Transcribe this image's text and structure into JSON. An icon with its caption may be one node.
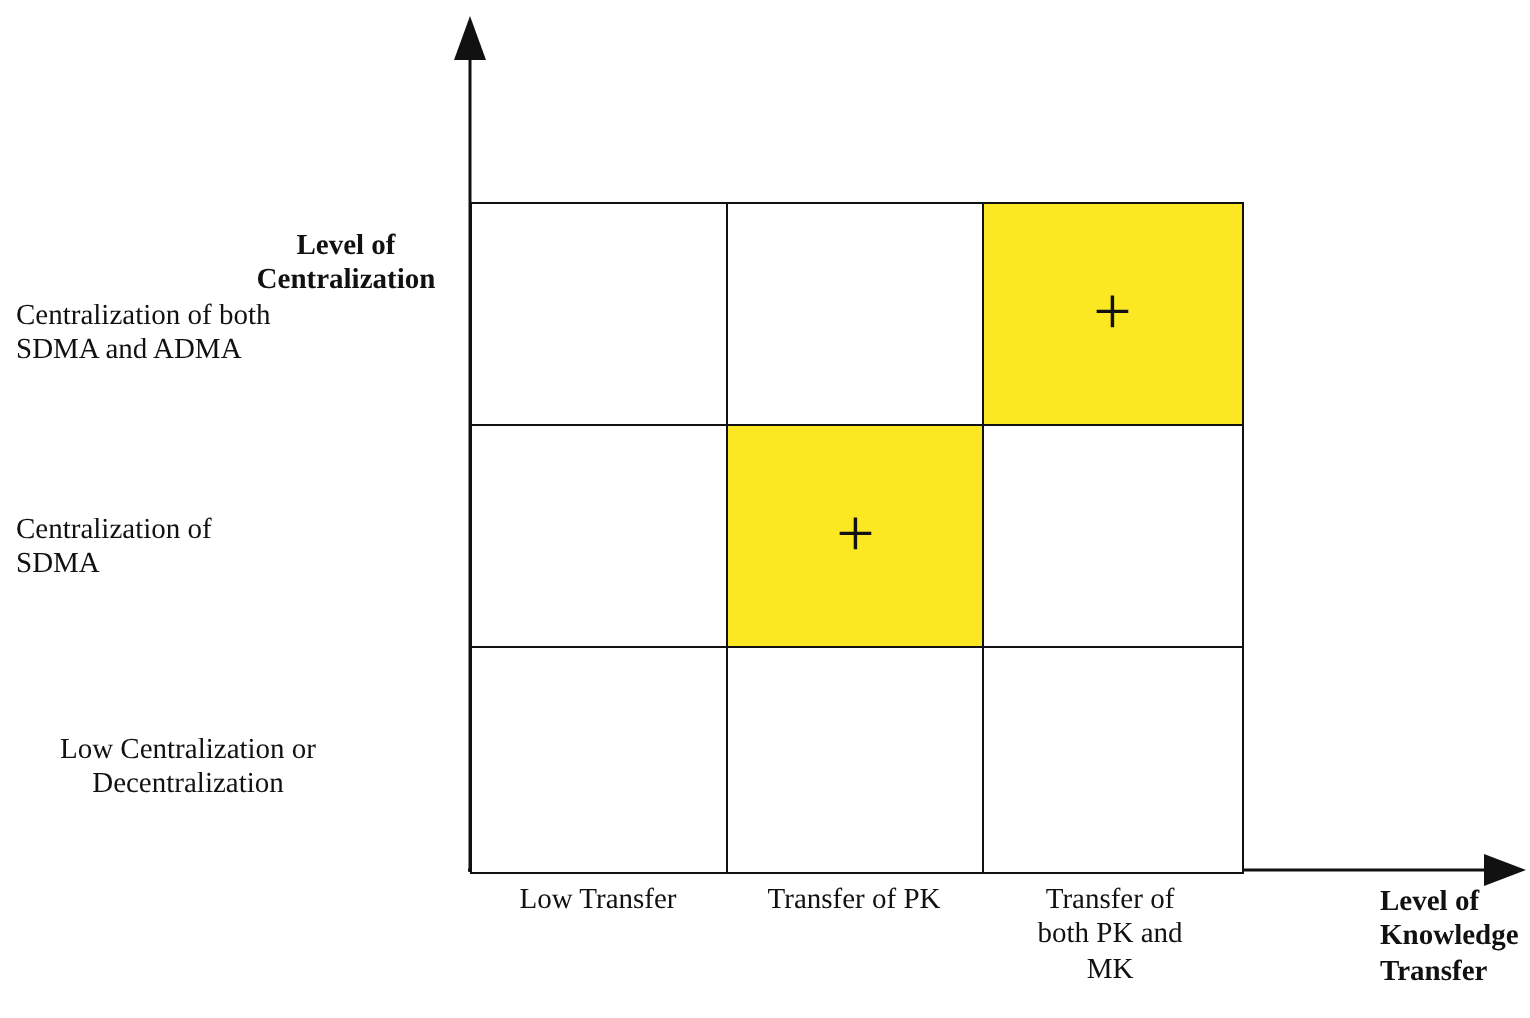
{
  "diagram": {
    "nodes": [
      {
        "text": [],
        "shape": "box"
      },
      {
        "text": [],
        "shape": "box"
      },
      {
        "text": [
          "+"
        ]
      },
      {
        "text": [],
        "shape": "box"
      },
      {
        "text": [
          "+"
        ]
      },
      {
        "text": [],
        "shape": "box"
      },
      {
        "text": [],
        "shape": "box"
      },
      {
        "text": [],
        "shape": "box"
      },
      {
        "text": [],
        "shape": "box"
      }
    ],
    "edges": [],
    "labels": [
      "Level of Centralization",
      "Centralization of both SDMA and ADMA",
      "Centralization of SDMA",
      "Low Centralization or Decentralization",
      "Low Transfer",
      "Transfer of PK",
      "Transfer of both PK and MK",
      "Level of Knowledge Transfer"
    ]
  }
}
